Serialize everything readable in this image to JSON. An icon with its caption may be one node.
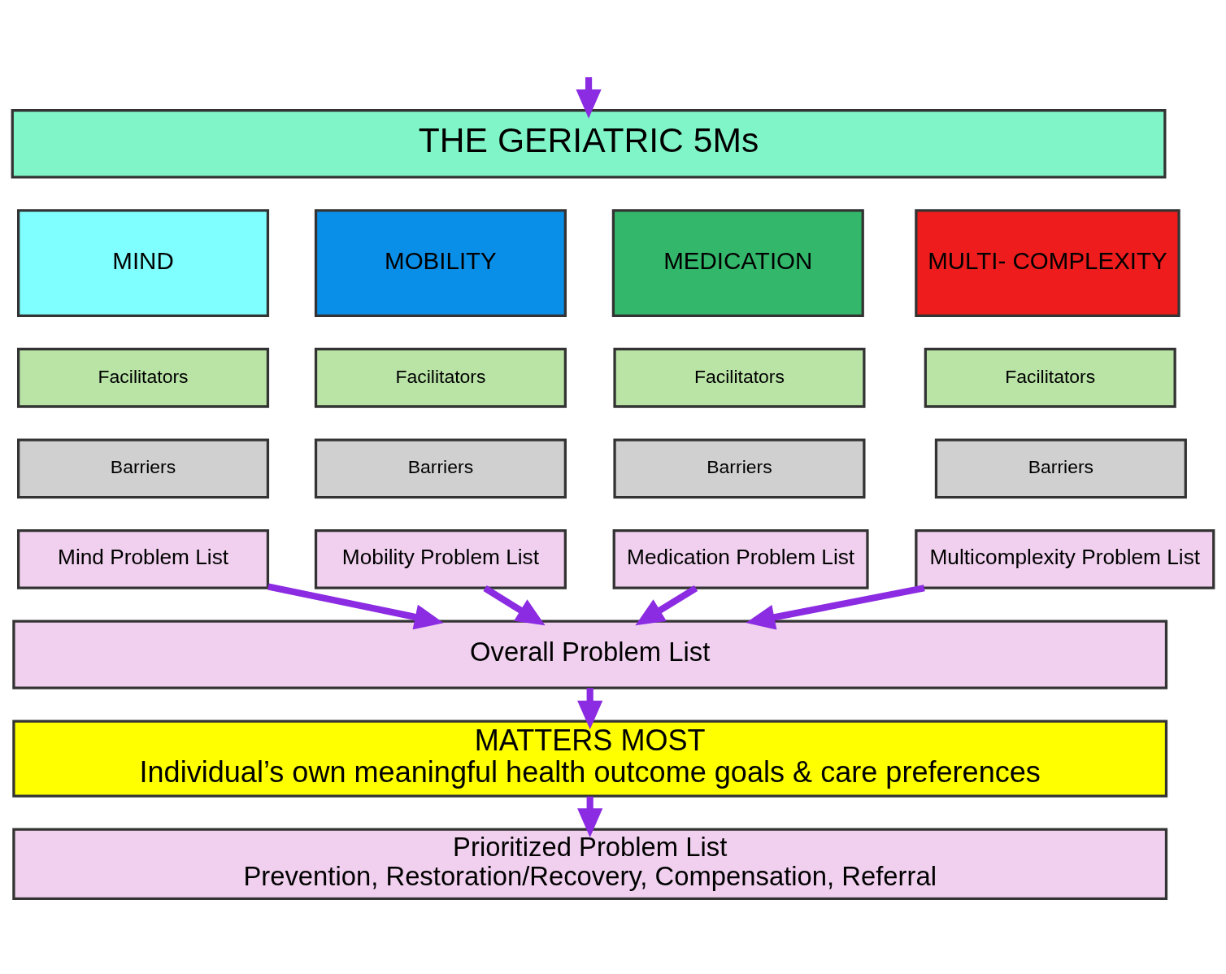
{
  "diagram": {
    "nodes": [
      {
        "text": [
          "THE GERIATRIC 5Ms"
        ]
      },
      {
        "text": [
          "MIND"
        ]
      },
      {
        "text": [
          "Facilitators"
        ]
      },
      {
        "text": [
          "Barriers"
        ]
      },
      {
        "text": [
          "Mind Problem List"
        ]
      },
      {
        "text": [
          "MOBILITY"
        ]
      },
      {
        "text": [
          "Facilitators"
        ]
      },
      {
        "text": [
          "Barriers"
        ]
      },
      {
        "text": [
          "Mobility Problem List"
        ]
      },
      {
        "text": [
          "MEDICATION"
        ]
      },
      {
        "text": [
          "Facilitators"
        ]
      },
      {
        "text": [
          "Barriers"
        ]
      },
      {
        "text": [
          "Medication Problem List"
        ]
      },
      {
        "text": [
          "MULTI- COMPLEXITY"
        ]
      },
      {
        "text": [
          "Facilitators"
        ]
      },
      {
        "text": [
          "Barriers"
        ]
      },
      {
        "text": [
          "Multicomplexity Problem List"
        ]
      },
      {
        "text": [
          "Overall Problem List"
        ]
      },
      {
        "text": [
          "MATTERS MOST",
          "Individual’s own meaningful health outcome goals & care preferences"
        ]
      },
      {
        "text": [
          "Prioritized Problem List",
          "Prevention, Restoration/Recovery, Compensation, Referral"
        ]
      }
    ],
    "edges": [
      {
        "from": null,
        "to": 0,
        "arrow": "to"
      },
      {
        "from": 4,
        "to": 17,
        "arrow": "to"
      },
      {
        "from": 8,
        "to": 17,
        "arrow": "to"
      },
      {
        "from": 12,
        "to": 17,
        "arrow": "to"
      },
      {
        "from": 16,
        "to": 17,
        "arrow": "to"
      },
      {
        "from": 17,
        "to": 18,
        "arrow": "to"
      },
      {
        "from": 18,
        "to": 19,
        "arrow": "to"
      }
    ]
  }
}
